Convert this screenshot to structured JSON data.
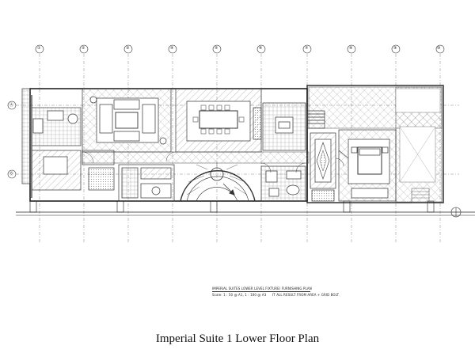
{
  "caption": "Imperial Suite 1 Lower Floor Plan",
  "title_block": {
    "title": "IMPERIAL SUITES LOWER LEVEL FIXTURE/ FURNISHING PLAN",
    "scale": "Scale: 1 : 50 @ A1, 1 : 100 @ A3",
    "note": "IT ALL RESULT FROM AREA + GRID BOLT."
  },
  "grid_labels": {
    "columns": [
      "①",
      "②",
      "③",
      "④",
      "⑤",
      "⑥",
      "⑦",
      "⑧",
      "⑨",
      "⑩"
    ],
    "rows": [
      "Ⓐ",
      "Ⓑ"
    ]
  },
  "colors": {
    "line": "#333333",
    "background": "#ffffff"
  }
}
